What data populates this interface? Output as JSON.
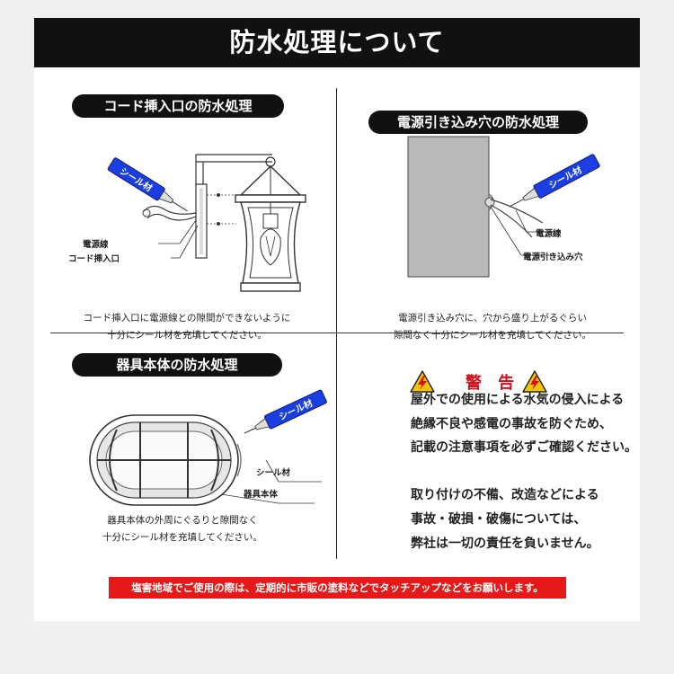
{
  "title": "防水処理について",
  "sections": {
    "cord": {
      "heading": "コード挿入口の防水処理",
      "callouts": [
        "電源線",
        "コード挿入口"
      ],
      "caption": [
        "コード挿入口に電源線との隙間ができないように",
        "十分にシール材を充填してください。"
      ]
    },
    "wall": {
      "heading": "電源引き込み穴の防水処理",
      "callouts": [
        "電源線",
        "電源引き込み穴"
      ],
      "caption": [
        "電源引き込み穴に、穴から盛り上がるぐらい",
        "隙間なく十分にシール材を充填してください。"
      ]
    },
    "body": {
      "heading": "器具本体の防水処理",
      "callouts": [
        "シール材",
        "器具本体"
      ],
      "caption": [
        "器具本体の外周にぐるりと隙間なく",
        "十分にシール材を充填してください。"
      ]
    }
  },
  "tube_label": "シール材",
  "warning": {
    "title": "警 告",
    "lines": [
      "屋外での使用による水気の侵入による",
      "絶縁不良や感電の事故を防ぐため、",
      "記載の注意事項を必ずご確認ください。",
      "取り付けの不備、改造などによる",
      "事故・破損・破傷については、",
      "弊社は一切の責任を負いません。"
    ]
  },
  "footer": "塩害地域でご使用の際は、定期的に市販の塗料などでタッチアップなどをお願いします。",
  "colors": {
    "banner": "#111111",
    "accent_red": "#e61919",
    "tube_blue": "#1a3ee0",
    "warning_yellow": "#f5c400",
    "wall_gray": "#b9b9b9"
  }
}
